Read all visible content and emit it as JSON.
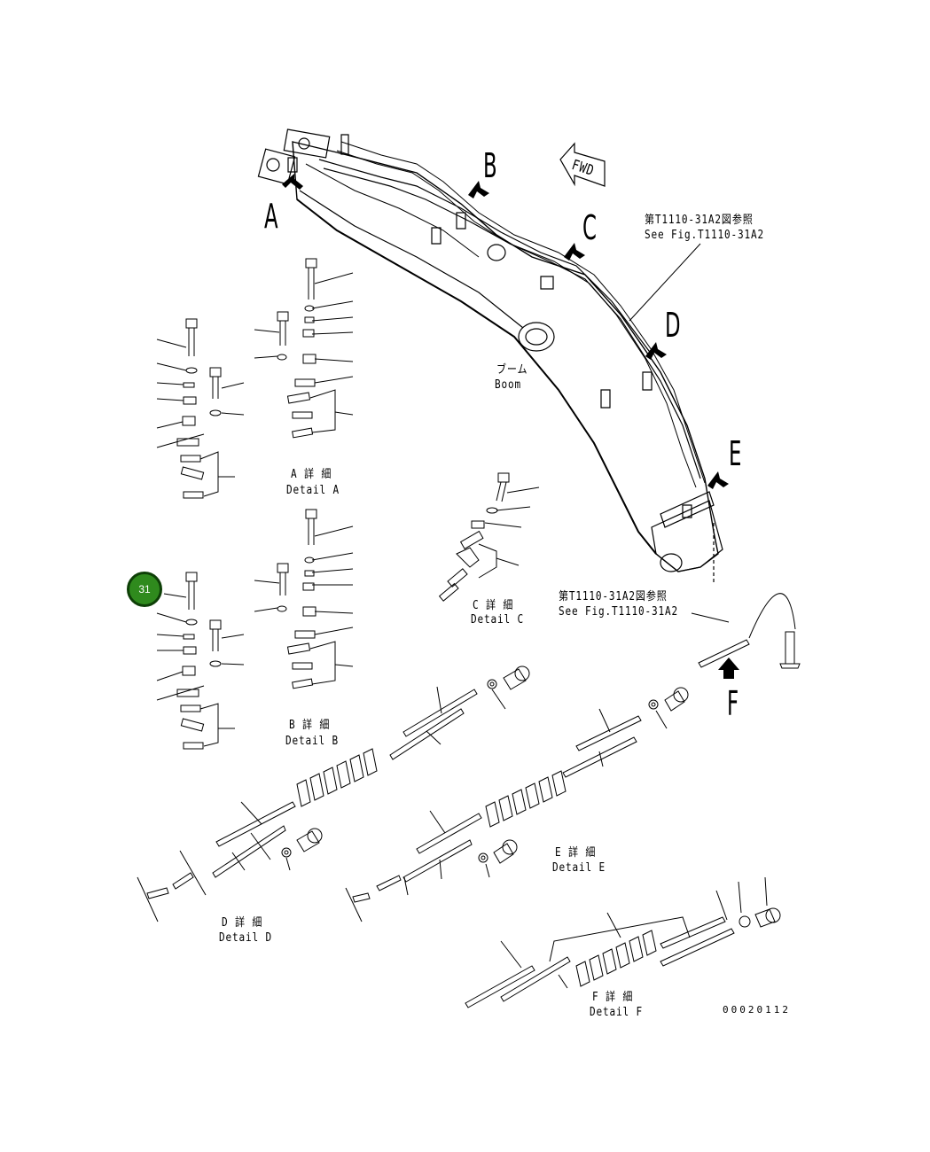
{
  "view_labels": {
    "a": "A",
    "b": "B",
    "c": "C",
    "d": "D",
    "e": "E",
    "f": "F",
    "fwd": "FWD"
  },
  "reference_notes": {
    "top_jp": "第T1110-31A2図参照",
    "top_en": "See Fig.T1110-31A2",
    "bottom_jp": "第T1110-31A2図参照",
    "bottom_en": "See Fig.T1110-31A2"
  },
  "boom_label": {
    "jp": "ブーム",
    "en": "Boom"
  },
  "details": {
    "a": {
      "jp": "A 詳 細",
      "en": "Detail A"
    },
    "b": {
      "jp": "B 詳 細",
      "en": "Detail B"
    },
    "c": {
      "jp": "C 詳 細",
      "en": "Detail C"
    },
    "d": {
      "jp": "D 詳 細",
      "en": "Detail D"
    },
    "e": {
      "jp": "E 詳 細",
      "en": "Detail E"
    },
    "f": {
      "jp": "F 詳 細",
      "en": "Detail F"
    }
  },
  "callout_badge": {
    "number": "31",
    "color": "#2f8a1d"
  },
  "drawing_number": "00020112"
}
